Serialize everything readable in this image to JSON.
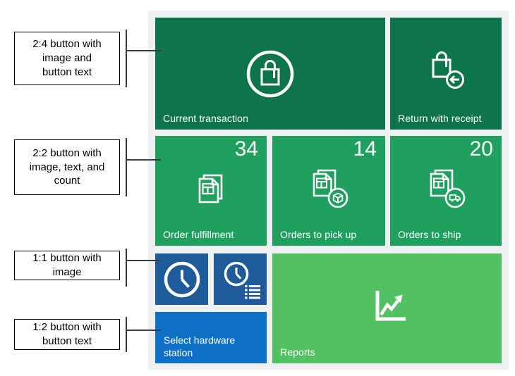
{
  "annotations": [
    {
      "label": "2:4 button with\nimage and\nbutton text"
    },
    {
      "label": "2:2 button with\nimage, text, and\ncount"
    },
    {
      "label": "1:1 button with\nimage"
    },
    {
      "label": "1:2 button with\nbutton text"
    }
  ],
  "tiles": {
    "current_transaction": {
      "label": "Current transaction",
      "icon": "shopping-bag-circle-icon"
    },
    "return_with_receipt": {
      "label": "Return with receipt",
      "icon": "shopping-bag-return-arrow-icon"
    },
    "order_fulfillment": {
      "label": "Order fulfillment",
      "count": "34",
      "icon": "stacked-documents-icon"
    },
    "orders_to_pick_up": {
      "label": "Orders to pick up",
      "count": "14",
      "icon": "documents-package-icon"
    },
    "orders_to_ship": {
      "label": "Orders to ship",
      "count": "20",
      "icon": "documents-truck-icon"
    },
    "clock": {
      "icon": "clock-icon"
    },
    "clock_list": {
      "icon": "clock-list-icon"
    },
    "select_hardware_station": {
      "label": "Select hardware station"
    },
    "reports": {
      "label": "Reports",
      "icon": "chart-growth-arrow-icon"
    }
  },
  "colors": {
    "tile_dark_green": "#0e744b",
    "tile_medium_green": "#1fa05e",
    "tile_light_green": "#52c161",
    "tile_dark_blue": "#1d5b9a",
    "tile_bright_blue": "#0e70c6",
    "panel_background": "#eff0f2",
    "tile_text": "#ffffff",
    "annotation_text": "#000000",
    "connector_line": "#3a3a3a"
  }
}
